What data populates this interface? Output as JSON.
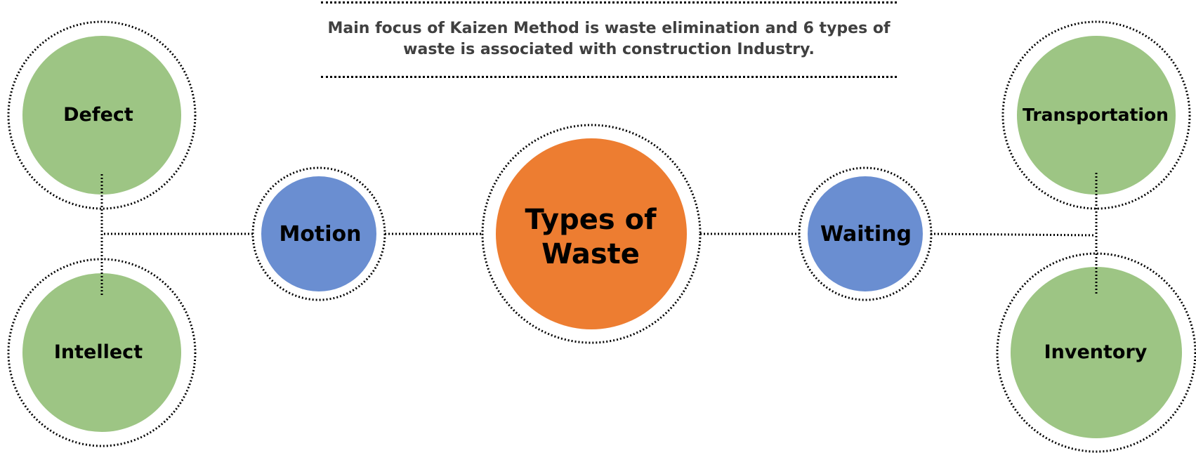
{
  "caption": "Main focus of Kaizen Method is waste elimination and 6 types of waste is associated with construction Industry.",
  "center": {
    "line1": "Types of",
    "line2": "Waste"
  },
  "nodes": {
    "defect": "Defect",
    "intellect": "Intellect",
    "motion": "Motion",
    "waiting": "Waiting",
    "transportation": "Transportation",
    "inventory": "Inventory"
  },
  "colors": {
    "center": "#ED7D31",
    "blue": "#6A8ED1",
    "green": "#9DC584",
    "caption_text": "#404040",
    "ring": "#000000"
  }
}
